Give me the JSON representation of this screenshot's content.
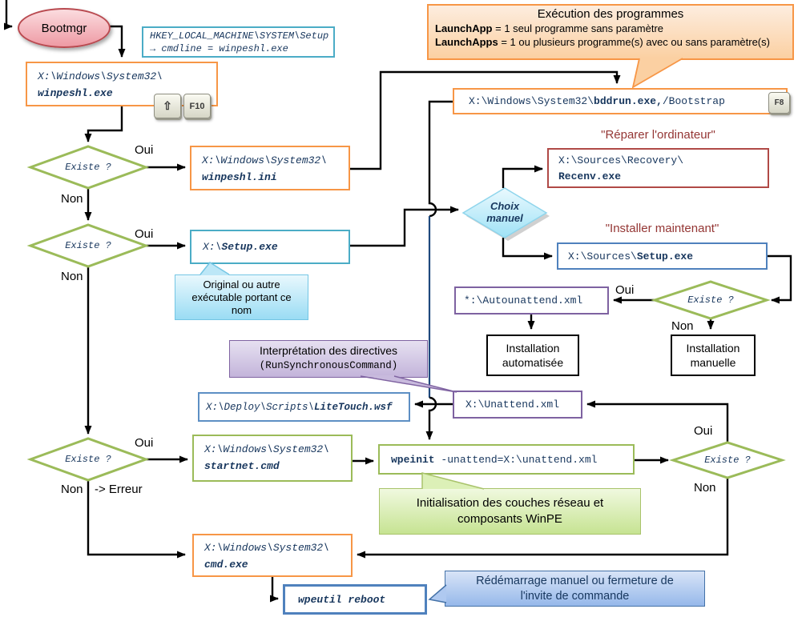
{
  "palette": {
    "orange_accent": "#F79646",
    "cyan_accent": "#4BACC6",
    "green_accent": "#9BBB59",
    "blue_accent": "#4F81BD",
    "purple_accent": "#8064A2",
    "red_accent": "#B04946",
    "path_text": "#17365D",
    "heading_text": "#943634",
    "blue_line": "#1F497D"
  },
  "nodes": {
    "bootmgr": {
      "label": "Bootmgr"
    },
    "registry": {
      "line1": "HKEY_LOCAL_MACHINE\\SYSTEM\\Setup",
      "line2": "→ cmdline = winpeshl.exe"
    },
    "winpeshl_exe": {
      "line1": "X:\\Windows\\System32\\",
      "line2": "winpeshl.exe"
    },
    "bddrun": {
      "prefix": "X:\\Windows\\System32\\",
      "bold": "bddrun.exe,",
      "suffix": "/Bootstrap"
    },
    "winpeshl_ini": {
      "line1": "X:\\Windows\\System32\\",
      "line2": "winpeshl.ini"
    },
    "setup_x": {
      "prefix": "X:\\",
      "bold": "Setup.exe"
    },
    "choix": {
      "line1": "Choix",
      "line2": "manuel"
    },
    "recenv": {
      "line1": "X:\\Sources\\Recovery\\",
      "line2": "Recenv.exe"
    },
    "sources_setup": {
      "prefix": "X:\\Sources\\",
      "bold": "Setup.exe"
    },
    "autounattend": {
      "text": "*:\\Autounattend.xml"
    },
    "install_auto": {
      "line1": "Installation",
      "line2": "automatisée"
    },
    "install_manual": {
      "line1": "Installation",
      "line2": "manuelle"
    },
    "litetouch": {
      "prefix": "X:\\Deploy\\Scripts\\",
      "bold": "LiteTouch.wsf"
    },
    "unattend": {
      "text": "X:\\Unattend.xml"
    },
    "startnet": {
      "line1": "X:\\Windows\\System32\\",
      "line2": "startnet.cmd"
    },
    "wpeinit": {
      "bold": "wpeinit",
      "rest": " -unattend=X:\\unattend.xml"
    },
    "cmd": {
      "line1": "X:\\Windows\\System32\\",
      "line2": "cmd.exe"
    },
    "wpeutil": {
      "text": "wpeutil reboot"
    }
  },
  "headings": {
    "reparer": "\"Réparer l'ordinateur\"",
    "installer": "\"Installer maintenant\""
  },
  "callouts": {
    "exec": {
      "title": "Exécution des programmes",
      "l1_bold": "LaunchApp",
      "l1_rest": " = 1 seul programme  sans paramètre",
      "l2_bold": "LaunchApps",
      "l2_rest": " = 1 ou plusieurs programme(s) avec ou sans paramètre(s)"
    },
    "original": {
      "text": "Original ou autre exécutable portant ce nom"
    },
    "interp": {
      "line1": "Interprétation des directives",
      "line2": "(RunSynchronousCommand)"
    },
    "init": {
      "line1": "Initialisation des couches réseau et",
      "line2": "composants WinPE"
    },
    "reboot": {
      "line1": "Rédémarrage  manuel ou fermeture de",
      "line2": "l'invite de commande"
    }
  },
  "labels": {
    "existe": "Existe ?",
    "oui": "Oui",
    "non": "Non",
    "erreur": "-> Erreur"
  },
  "keys": {
    "shift": "⇧",
    "f10": "F10",
    "f8": "F8"
  }
}
